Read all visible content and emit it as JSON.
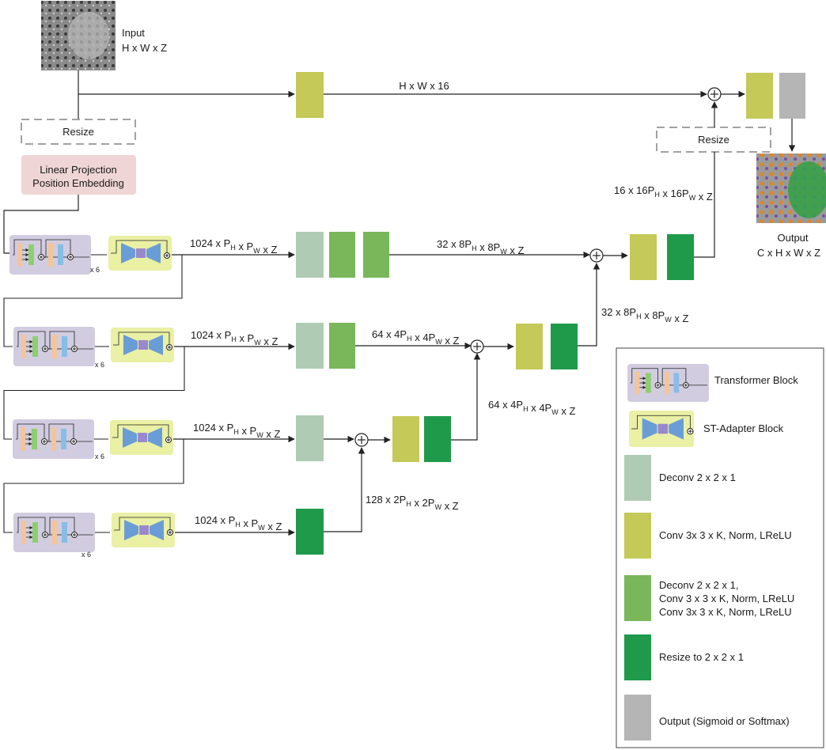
{
  "colors": {
    "deconv": "#b0cbb3",
    "conv": "#c4c957",
    "deconv_conv": "#7ab65a",
    "resize": "#1e9a4a",
    "output": "#b5b5b5",
    "tb_bg": "#d2cce0",
    "st_bg": "#eaf0a4",
    "linproj_bg": "#efd5d5"
  },
  "input": {
    "label": "Input",
    "dims": "H x W x Z"
  },
  "output": {
    "label": "Output",
    "dims": "C x H x W x Z"
  },
  "resize_top_left": "Resize",
  "resize_top_right": "Resize",
  "linear_projection": {
    "line1": "Linear Projection",
    "line2": "Position Embedding"
  },
  "skip_dims": "H x W x 16",
  "repeat": "x 6",
  "stage_dims": {
    "s1": {
      "base": "1024 x P",
      "h": "H",
      "mid": " x P",
      "w": "W",
      "tail": " x Z"
    },
    "s2": {
      "base": "1024 x P",
      "h": "H",
      "mid": " x P",
      "w": "W",
      "tail": " x Z"
    },
    "s3": {
      "base": "1024 x P",
      "h": "H",
      "mid": " x P",
      "w": "W",
      "tail": " x Z"
    },
    "s4": {
      "base": "1024 x P",
      "h": "H",
      "mid": " x P",
      "w": "W",
      "tail": " x Z"
    }
  },
  "edge_dims": {
    "e32a": {
      "base": "32 x 8P",
      "h": "H",
      "mid": " x 8P",
      "w": "W",
      "tail": " x Z"
    },
    "e64a": {
      "base": "64 x 4P",
      "h": "H",
      "mid": " x 4P",
      "w": "W",
      "tail": " x Z"
    },
    "e128": {
      "base": "128 x 2P",
      "h": "H",
      "mid": " x 2P",
      "w": "W",
      "tail": " x Z"
    },
    "e64b": {
      "base": "64 x 4P",
      "h": "H",
      "mid": " x 4P",
      "w": "W",
      "tail": " x Z"
    },
    "e32b": {
      "base": "32 x 8P",
      "h": "H",
      "mid": " x 8P",
      "w": "W",
      "tail": " x Z"
    },
    "e16": {
      "base": "16 x 16P",
      "h": "H",
      "mid": " x 16P",
      "w": "W",
      "tail": " x Z"
    }
  },
  "legend": {
    "transformer": "Transformer Block",
    "st_adapter": "ST-Adapter Block",
    "deconv": "Deconv 2 x 2 x 1",
    "conv": "Conv 3x 3 x K, Norm, LReLU",
    "deconv_conv_1": "Deconv 2 x 2 x 1,",
    "deconv_conv_2": "Conv 3 x 3 x K,  Norm, LReLU",
    "deconv_conv_3": "Conv 3x 3 x K, Norm, LReLU",
    "resize": "Resize to 2 x 2 x 1",
    "output": "Output (Sigmoid or Softmax)"
  }
}
